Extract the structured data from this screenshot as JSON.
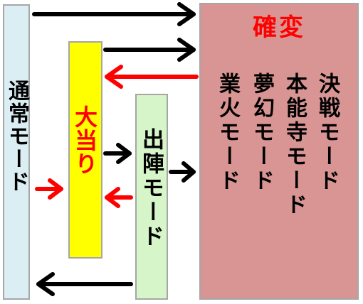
{
  "nodes": {
    "normal": "通常モード",
    "jackpot": "大当り",
    "sortie": "出陣モード",
    "kakuhen": {
      "title": "確変",
      "modes": [
        "決戦モード",
        "本能寺モード",
        "夢幻モード",
        "業火モード"
      ]
    }
  },
  "colors": {
    "normal_fill": "#dbeef4",
    "jackpot_fill": "#ffff00",
    "sortie_fill": "#d6f5c8",
    "kakuhen_fill": "#d99594",
    "arrow_black": "#000000",
    "arrow_red": "#ff0000",
    "title_red": "#ff0000"
  }
}
